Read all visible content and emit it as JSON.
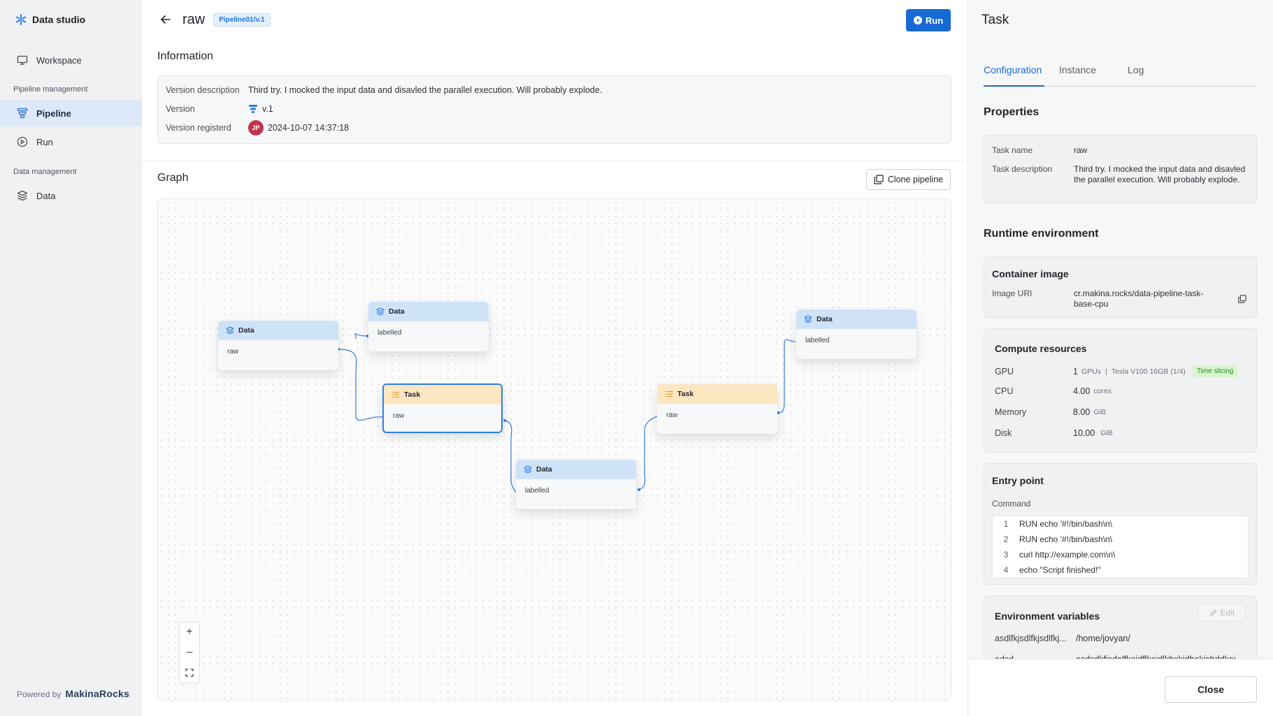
{
  "sidebar": {
    "brand": "Data studio",
    "items": [
      {
        "label": "Workspace"
      },
      {
        "label": "Pipeline"
      },
      {
        "label": "Run"
      },
      {
        "label": "Data"
      }
    ],
    "sections": [
      "Pipeline management",
      "Data management"
    ],
    "powered_by": "Powered by",
    "company": "MakinaRocks"
  },
  "header": {
    "title": "raw",
    "version_tag": "Pipeline01/v.1",
    "run_label": "Run"
  },
  "information": {
    "title": "Information",
    "rows": [
      {
        "label": "Version description",
        "value": "Third try. I mocked the input data and disavled the parallel execution. Will probably explode."
      },
      {
        "label": "Version",
        "value": "v.1"
      },
      {
        "label": "Version registerd",
        "value": "2024-10-07 14:37:18",
        "avatar": "JP"
      }
    ]
  },
  "graph": {
    "title": "Graph",
    "clone_label": "Clone pipeline",
    "nodes": [
      {
        "type": "Data",
        "label": "raw"
      },
      {
        "type": "Data",
        "label": "labelled"
      },
      {
        "type": "Task",
        "label": "raw"
      },
      {
        "type": "Data",
        "label": "labelled"
      },
      {
        "type": "Task",
        "label": "raw"
      },
      {
        "type": "Data",
        "label": "labelled"
      }
    ],
    "zoom_in": "+",
    "zoom_out": "–"
  },
  "panel": {
    "title": "Task",
    "tabs": [
      "Configuration",
      "Instance",
      "Log"
    ],
    "properties_title": "Properties",
    "properties": [
      {
        "label": "Task name",
        "value": "raw"
      },
      {
        "label": "Task description",
        "value": "Third try. I mocked the input data and disavled the parallel execution. Will probably explode."
      }
    ],
    "runtime_title": "Runtime environment",
    "container": {
      "title": "Container image",
      "label": "Image URI",
      "value": "cr.makina.rocks/data-pipeline-task-base-cpu"
    },
    "compute": {
      "title": "Compute resources",
      "gpu": {
        "label": "GPU",
        "value": "1",
        "unit": "GPUs",
        "detail": "Tesla V100 16GB (1/4)",
        "badge": "Time slicing"
      },
      "cpu": {
        "label": "CPU",
        "value": "4.00",
        "unit": "cores"
      },
      "memory": {
        "label": "Memory",
        "value": "8.00",
        "unit": "GiB"
      },
      "disk": {
        "label": "Disk",
        "value": "10.00",
        "unit": "GiB"
      }
    },
    "entry": {
      "title": "Entry point",
      "command_label": "Command",
      "lines": [
        {
          "n": "1",
          "text": "RUN echo '#!/bin/bash\\n\\"
        },
        {
          "n": "2",
          "text": "RUN echo '#!/bin/bash\\n\\"
        },
        {
          "n": "3",
          "text": "curl http://example.com\\n\\"
        },
        {
          "n": "4",
          "text": "echo \"Script finished!\""
        }
      ]
    },
    "env": {
      "title": "Environment variables",
      "edit_label": "Edit",
      "rows": [
        {
          "key": "asdlfkjsdlfkjsdlfkj...",
          "value": "/home/jovyan/"
        },
        {
          "key": "adsd",
          "value": "asdsdkfjsdalfkajdflkajdlkhskidhakjshddkaj"
        }
      ]
    },
    "close_label": "Close"
  }
}
